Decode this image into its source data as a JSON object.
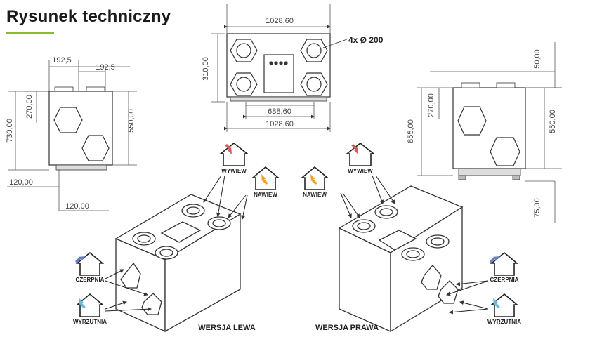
{
  "page": {
    "title": "Rysunek techniczny",
    "accent": "#8dbb2d"
  },
  "top_view": {
    "width_top": "1028,60",
    "height_left": "310,00",
    "inner_width": "688,60",
    "width_bottom": "1028,60",
    "spigot_note": "4x Ø 200"
  },
  "left_view": {
    "dim_a": "192,5",
    "dim_b": "192,5",
    "height_total": "730,00",
    "height_upper": "270,00",
    "height_right": "550,00",
    "offset_1": "120,00",
    "offset_2": "120,00"
  },
  "right_view": {
    "dim_top": "50,00",
    "height_upper": "270,00",
    "height_total": "855,00",
    "height_right": "550,00",
    "dim_bottom": "75,00"
  },
  "labels": {
    "wywiew_left": "WYWIEW",
    "nawiew_left": "NAWIEW",
    "czerpnia_left": "CZERPNIA",
    "wyrzutnia_left": "WYRZUTNIA",
    "wywiew_right": "WYWIEW",
    "nawiew_right": "NAWIEW",
    "czerpnia_right": "CZERPNIA",
    "wyrzutnia_right": "WYRZUTNIA"
  },
  "versions": {
    "left": "WERSJA LEWA",
    "right": "WERSJA PRAWA"
  },
  "colors": {
    "wywiew": "#e05555",
    "nawiew": "#f0a030",
    "czerpnia": "#6b7fc0",
    "wyrzutnia": "#6ab7e0"
  }
}
